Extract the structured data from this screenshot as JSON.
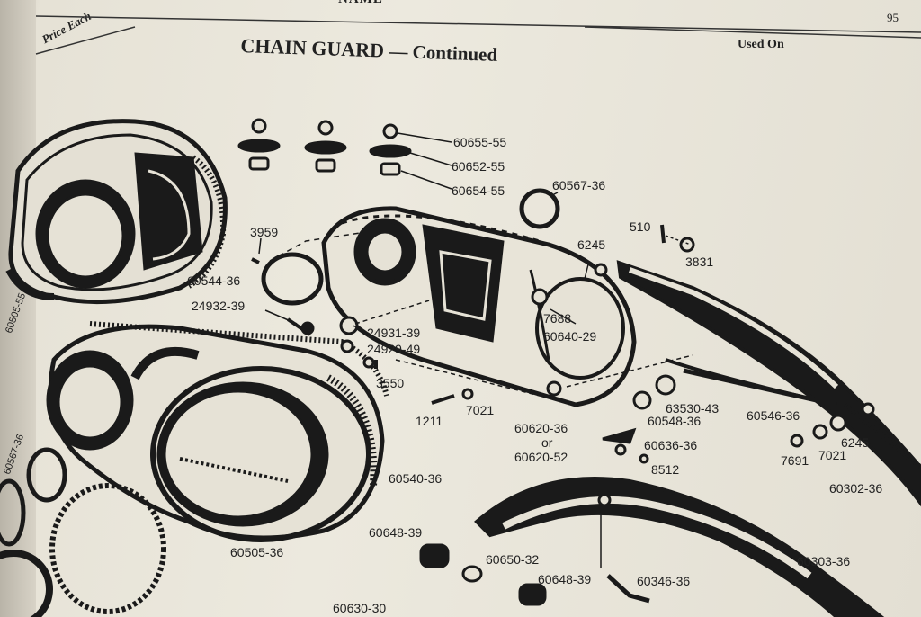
{
  "header": {
    "name_col": "NAME",
    "price_col": "Price Each",
    "page_number": "95",
    "used_on": "Used On",
    "title_main": "CHAIN GUARD",
    "title_cont": "— Continued"
  },
  "parts": [
    {
      "key": "p60655_55",
      "num": "60655-55"
    },
    {
      "key": "p60652_55",
      "num": "60652-55"
    },
    {
      "key": "p60654_55",
      "num": "60654-55"
    },
    {
      "key": "p60567_36a",
      "num": "60567-36"
    },
    {
      "key": "p510",
      "num": "510"
    },
    {
      "key": "p3831",
      "num": "3831"
    },
    {
      "key": "p6245a",
      "num": "6245"
    },
    {
      "key": "p3959",
      "num": "3959"
    },
    {
      "key": "p60544_36",
      "num": "60544-36"
    },
    {
      "key": "p60505_55",
      "num": "60505-55"
    },
    {
      "key": "p24932_39",
      "num": "24932-39"
    },
    {
      "key": "p7688",
      "num": "7688"
    },
    {
      "key": "p60640_29",
      "num": "60640-29"
    },
    {
      "key": "p24931_39",
      "num": "24931-39"
    },
    {
      "key": "p24929_49",
      "num": "24929-49"
    },
    {
      "key": "p3550",
      "num": "3550"
    },
    {
      "key": "p1211",
      "num": "1211"
    },
    {
      "key": "p7021a",
      "num": "7021"
    },
    {
      "key": "p60620_36",
      "num": "60620-36"
    },
    {
      "key": "p_or",
      "num": "or"
    },
    {
      "key": "p60620_52",
      "num": "60620-52"
    },
    {
      "key": "p63530_43",
      "num": "63530-43"
    },
    {
      "key": "p60548_36",
      "num": "60548-36"
    },
    {
      "key": "p60546_36",
      "num": "60546-36"
    },
    {
      "key": "p6245b",
      "num": "6245"
    },
    {
      "key": "p7021b",
      "num": "7021"
    },
    {
      "key": "p7691",
      "num": "7691"
    },
    {
      "key": "p60636_36",
      "num": "60636-36"
    },
    {
      "key": "p8512",
      "num": "8512"
    },
    {
      "key": "p60302_36",
      "num": "60302-36"
    },
    {
      "key": "p60567_36b",
      "num": "60567-36"
    },
    {
      "key": "p60540_36",
      "num": "60540-36"
    },
    {
      "key": "p60505_36",
      "num": "60505-36"
    },
    {
      "key": "p60648_39a",
      "num": "60648-39"
    },
    {
      "key": "p60650_32",
      "num": "60650-32"
    },
    {
      "key": "p60648_39b",
      "num": "60648-39"
    },
    {
      "key": "p60346_36",
      "num": "60346-36"
    },
    {
      "key": "p60303_36",
      "num": "60303-36"
    },
    {
      "key": "p60630_30",
      "num": "60630-30"
    }
  ]
}
